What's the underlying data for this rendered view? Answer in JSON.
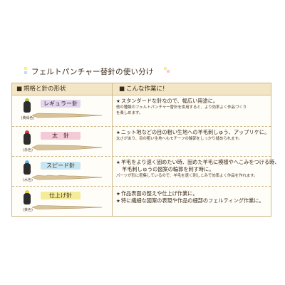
{
  "title": "フェルトパンチャー替針の使い分け",
  "header": {
    "left": "規格と針の形状",
    "right": "こんな作業に!"
  },
  "colors": {
    "border": "#cdb98c",
    "header_bg": "#f3e6c6",
    "title_squares": [
      "#f7ee8c",
      "#b7e0f4",
      "#f7c9d8"
    ]
  },
  "needles": [
    {
      "name": "レギュラー針",
      "color_name": "(黄緑色)",
      "label_color": "#e3d4f0",
      "handle_color": "#2d2d2d",
      "cap_color": "#a8c84a",
      "lines": [
        {
          "text": "スタンダードな針なので、幅広い用途に。",
          "star": true,
          "small": false
        },
        {
          "text": "他の種類のフェルトパンチャー替針を併用すると、より効率よく作品づくり",
          "star": false,
          "small": true
        },
        {
          "text": "を楽しめます。",
          "star": false,
          "small": true
        }
      ]
    },
    {
      "name": "太　針",
      "color_name": "(赤色)",
      "label_color": "#f4c9d8",
      "handle_color": "#2d2d2d",
      "cap_color": "#d53a3a",
      "lines": [
        {
          "text": "ニット地などの目の粗い生地への羊毛刺しゅう、アップリケに。",
          "star": true,
          "small": false
        },
        {
          "text": "太さがあり、目の粗い生地へもモチーフの輪郭をしっかり縫められます。",
          "star": false,
          "small": true
        }
      ]
    },
    {
      "name": "スピード針",
      "color_name": "(水色)",
      "label_color": "#c8e6f2",
      "handle_color": "#2d2d2d",
      "cap_color": "#62b8e0",
      "lines": [
        {
          "text": "羊毛をより速く固めたい時、固めた羊毛に模様やへこみをつける時、",
          "star": true,
          "small": false
        },
        {
          "text": "羊毛刺しゅうの図案の輪郭を刺す時に。",
          "star": false,
          "small": false
        },
        {
          "text": "パーツが形に密集しているので、羊毛を速く刺しこみで効率よく作品を作れます。",
          "star": false,
          "small": true
        }
      ]
    },
    {
      "name": "仕上げ針",
      "color_name": "(黄色)",
      "label_color": "#f5ec98",
      "handle_color": "#2d2d2d",
      "cap_color": "#e8cf2a",
      "lines": [
        {
          "text": "作品表面の整えや仕上げ作業に。",
          "star": true,
          "small": false
        },
        {
          "text": "特に繊細な図案の表現や作品の細部のフェルティング作業に。",
          "star": true,
          "small": false
        }
      ]
    }
  ]
}
